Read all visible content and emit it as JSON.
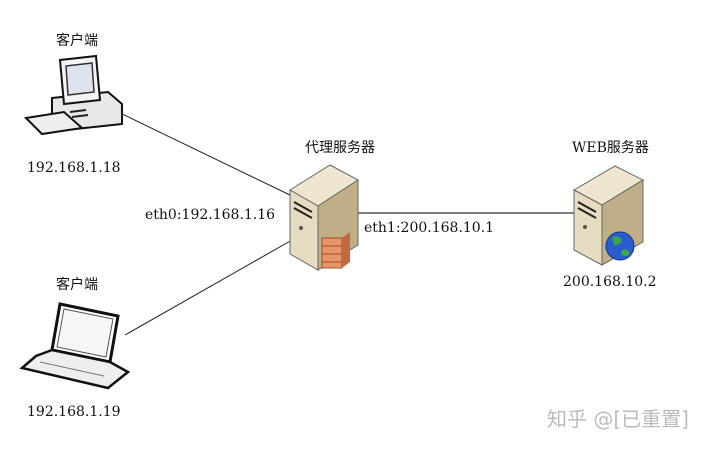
{
  "nodes": {
    "client1": {
      "title": "客户端",
      "ip": "192.168.1.18",
      "icon": "desktop-computer-icon"
    },
    "client2": {
      "title": "客户端",
      "ip": "192.168.1.19",
      "icon": "laptop-icon"
    },
    "proxy": {
      "title": "代理服务器",
      "eth0": "eth0:192.168.1.16",
      "eth1": "eth1:200.168.10.1",
      "icon": "server-firewall-icon"
    },
    "web": {
      "title": "WEB服务器",
      "ip": "200.168.10.2",
      "icon": "server-globe-icon"
    }
  },
  "watermark": "知乎 @[已重置]"
}
